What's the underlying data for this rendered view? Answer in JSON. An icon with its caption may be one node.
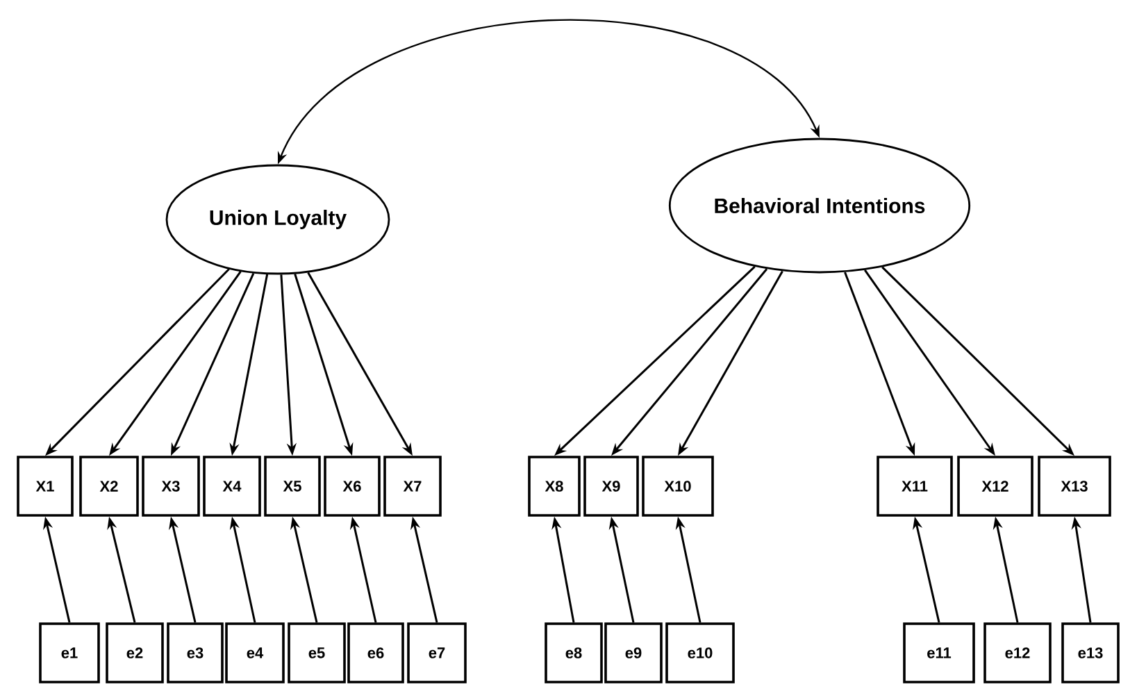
{
  "diagram": {
    "nodes": [
      {
        "text": [
          "Union Loyalty"
        ]
      },
      {
        "text": [
          "Behavioral Intentions"
        ]
      },
      {
        "text": [
          "X1"
        ]
      },
      {
        "text": [
          "X2"
        ]
      },
      {
        "text": [
          "X3"
        ]
      },
      {
        "text": [
          "X4"
        ]
      },
      {
        "text": [
          "X5"
        ]
      },
      {
        "text": [
          "X6"
        ]
      },
      {
        "text": [
          "X7"
        ]
      },
      {
        "text": [
          "X8"
        ]
      },
      {
        "text": [
          "X9"
        ]
      },
      {
        "text": [
          "X10"
        ]
      },
      {
        "text": [
          "X11"
        ]
      },
      {
        "text": [
          "X12"
        ]
      },
      {
        "text": [
          "X13"
        ]
      },
      {
        "text": [
          "e1"
        ]
      },
      {
        "text": [
          "e2"
        ]
      },
      {
        "text": [
          "e3"
        ]
      },
      {
        "text": [
          "e4"
        ]
      },
      {
        "text": [
          "e5"
        ]
      },
      {
        "text": [
          "e6"
        ]
      },
      {
        "text": [
          "e7"
        ]
      },
      {
        "text": [
          "e8"
        ]
      },
      {
        "text": [
          "e9"
        ]
      },
      {
        "text": [
          "e10"
        ]
      },
      {
        "text": [
          "e11"
        ]
      },
      {
        "text": [
          "e12"
        ]
      },
      {
        "text": [
          "e13"
        ]
      }
    ],
    "edges": [
      {
        "from": 0,
        "to": 1,
        "arrow": "both"
      },
      {
        "from": 0,
        "to": 2,
        "arrow": "to"
      },
      {
        "from": 0,
        "to": 3,
        "arrow": "to"
      },
      {
        "from": 0,
        "to": 4,
        "arrow": "to"
      },
      {
        "from": 0,
        "to": 5,
        "arrow": "to"
      },
      {
        "from": 0,
        "to": 6,
        "arrow": "to"
      },
      {
        "from": 0,
        "to": 7,
        "arrow": "to"
      },
      {
        "from": 0,
        "to": 8,
        "arrow": "to"
      },
      {
        "from": 1,
        "to": 9,
        "arrow": "to"
      },
      {
        "from": 1,
        "to": 10,
        "arrow": "to"
      },
      {
        "from": 1,
        "to": 11,
        "arrow": "to"
      },
      {
        "from": 1,
        "to": 12,
        "arrow": "to"
      },
      {
        "from": 1,
        "to": 13,
        "arrow": "to"
      },
      {
        "from": 1,
        "to": 14,
        "arrow": "to"
      },
      {
        "from": 15,
        "to": 2,
        "arrow": "to"
      },
      {
        "from": 16,
        "to": 3,
        "arrow": "to"
      },
      {
        "from": 17,
        "to": 4,
        "arrow": "to"
      },
      {
        "from": 18,
        "to": 5,
        "arrow": "to"
      },
      {
        "from": 19,
        "to": 6,
        "arrow": "to"
      },
      {
        "from": 20,
        "to": 7,
        "arrow": "to"
      },
      {
        "from": 21,
        "to": 8,
        "arrow": "to"
      },
      {
        "from": 22,
        "to": 9,
        "arrow": "to"
      },
      {
        "from": 23,
        "to": 10,
        "arrow": "to"
      },
      {
        "from": 24,
        "to": 11,
        "arrow": "to"
      },
      {
        "from": 25,
        "to": 12,
        "arrow": "to"
      },
      {
        "from": 26,
        "to": 13,
        "arrow": "to"
      },
      {
        "from": 27,
        "to": 14,
        "arrow": "to"
      }
    ]
  }
}
